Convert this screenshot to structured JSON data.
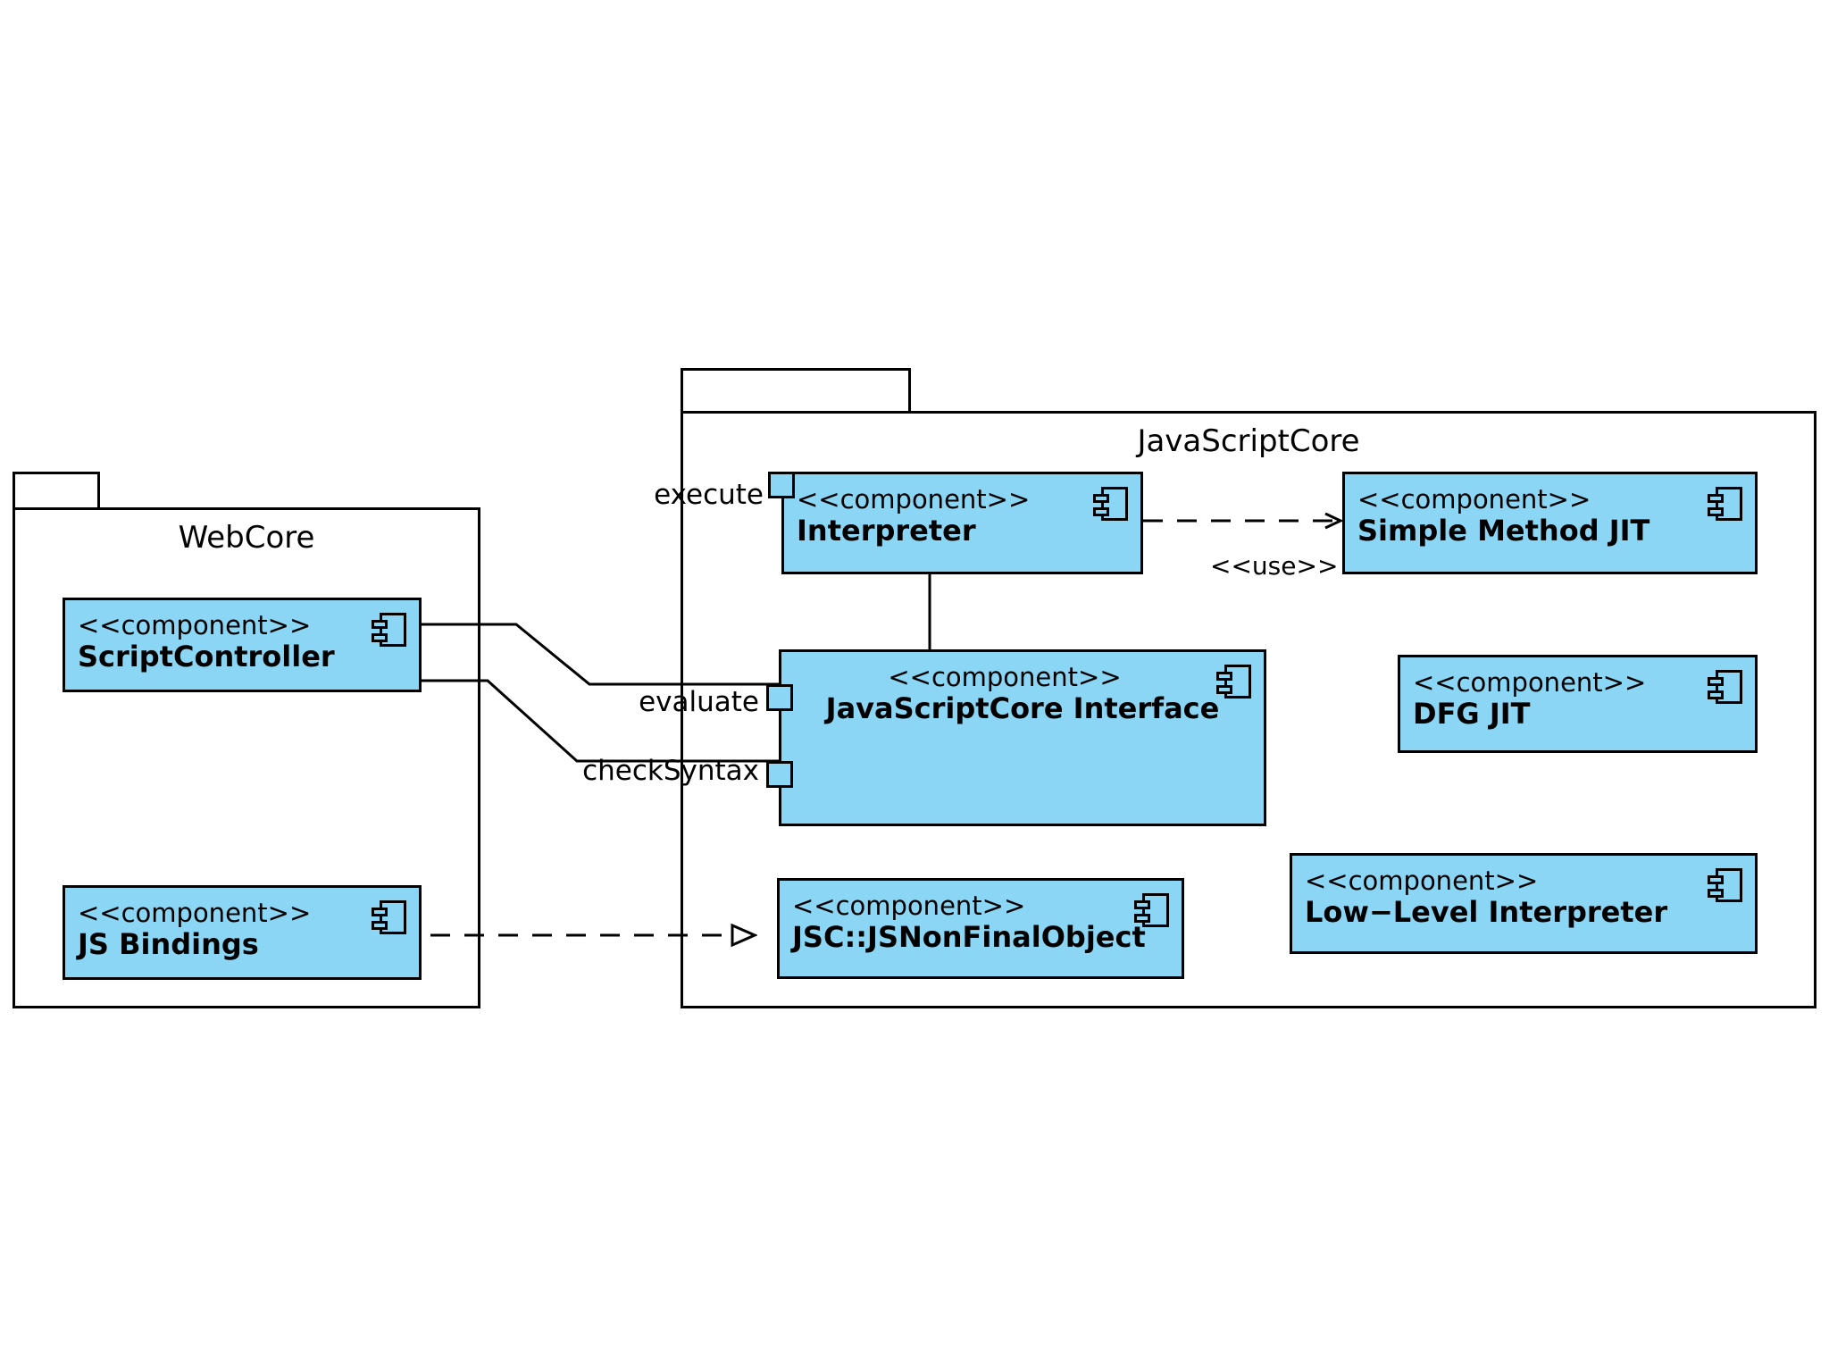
{
  "diagram": {
    "type": "uml-component-diagram",
    "title": "JavaScriptCore architecture",
    "colors": {
      "component_fill": "#8BD6F5",
      "stroke": "#000000",
      "background": "#FFFFFF"
    }
  },
  "packages": [
    {
      "id": "webcore",
      "label": "WebCore"
    },
    {
      "id": "javascriptcore",
      "label": "JavaScriptCore"
    }
  ],
  "stereotype": "<<component>>",
  "components": [
    {
      "id": "script-controller",
      "stereotype": "<<component>>",
      "name": "ScriptController",
      "package": "webcore"
    },
    {
      "id": "js-bindings",
      "stereotype": "<<component>>",
      "name": "JS Bindings",
      "package": "webcore"
    },
    {
      "id": "interpreter",
      "stereotype": "<<component>>",
      "name": "Interpreter",
      "package": "javascriptcore"
    },
    {
      "id": "simple-method-jit",
      "stereotype": "<<component>>",
      "name": "Simple Method JIT",
      "package": "javascriptcore"
    },
    {
      "id": "jsc-interface",
      "stereotype": "<<component>>",
      "name": "JavaScriptCore Interface",
      "package": "javascriptcore"
    },
    {
      "id": "dfg-jit",
      "stereotype": "<<component>>",
      "name": "DFG JIT",
      "package": "javascriptcore"
    },
    {
      "id": "jsc-jsnonfinalobject",
      "stereotype": "<<component>>",
      "name": "JSC::JSNonFinalObject",
      "package": "javascriptcore"
    },
    {
      "id": "low-level-interpreter",
      "stereotype": "<<component>>",
      "name": "Low−Level Interpreter",
      "package": "javascriptcore"
    }
  ],
  "ports": [
    {
      "id": "execute",
      "label": "execute",
      "on": "interpreter"
    },
    {
      "id": "evaluate",
      "label": "evaluate",
      "on": "jsc-interface"
    },
    {
      "id": "checkSyntax",
      "label": "checkSyntax",
      "on": "jsc-interface"
    }
  ],
  "connectors": [
    {
      "id": "sc-evaluate",
      "from": "script-controller",
      "to": "evaluate",
      "style": "solid"
    },
    {
      "id": "sc-checksyntax",
      "from": "script-controller",
      "to": "checkSyntax",
      "style": "solid"
    },
    {
      "id": "interp-jscif",
      "from": "interpreter",
      "to": "jsc-interface",
      "style": "solid"
    },
    {
      "id": "interp-smjit",
      "from": "interpreter",
      "to": "simple-method-jit",
      "style": "dashed",
      "arrow": "open",
      "label": "<<use>>"
    },
    {
      "id": "bindings-nonfinal",
      "from": "js-bindings",
      "to": "jsc-jsnonfinalobject",
      "style": "dashed",
      "arrow": "triangle",
      "label": ""
    }
  ],
  "labels": {
    "use": "<<use>>"
  }
}
